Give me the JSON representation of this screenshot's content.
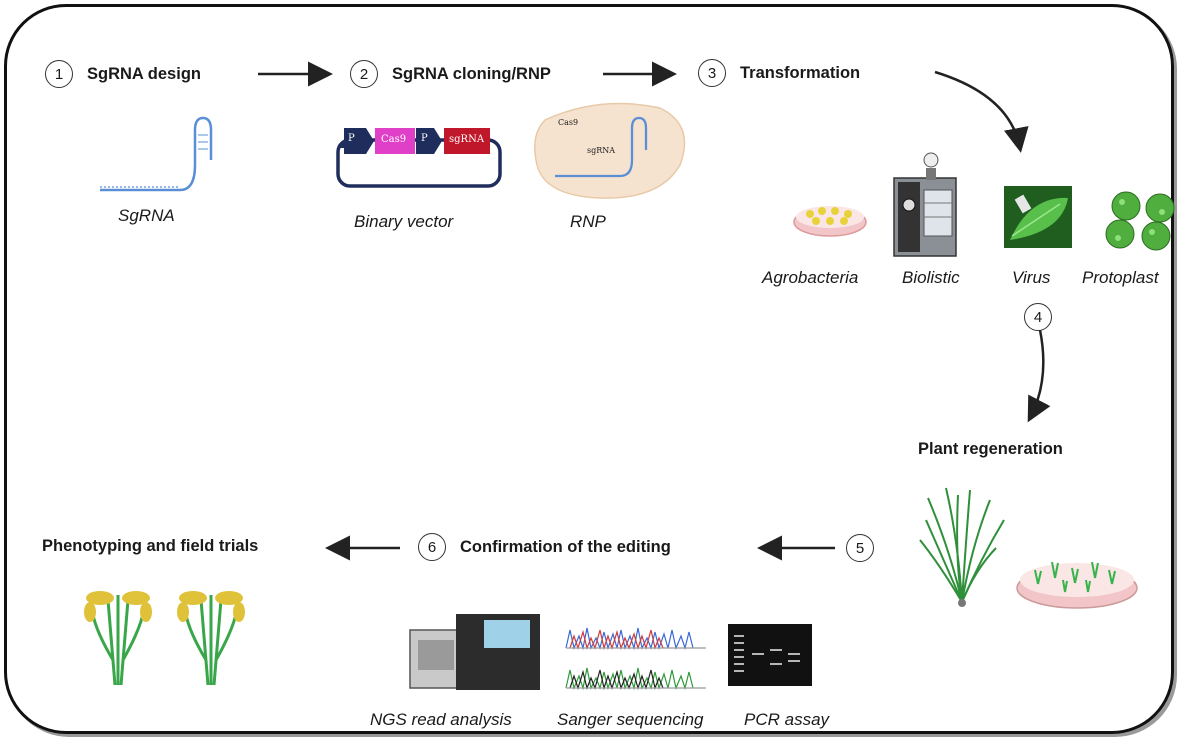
{
  "steps": [
    {
      "num": "1",
      "title": "SgRNA design"
    },
    {
      "num": "2",
      "title": "SgRNA cloning/RNP"
    },
    {
      "num": "3",
      "title": "Transformation"
    },
    {
      "num": "4",
      "title": ""
    },
    {
      "num": "5",
      "title": ""
    },
    {
      "num": "6",
      "title": "Confirmation of the editing"
    }
  ],
  "labels": {
    "plant_regeneration": "Plant regeneration",
    "phenotyping": "Phenotyping and field trials"
  },
  "captions": {
    "sgrna": "SgRNA",
    "binary_vector": "Binary vector",
    "rnp": "RNP",
    "agrobacteria": "Agrobacteria",
    "biolistic": "Biolistic",
    "virus": "Virus",
    "protoplast": "Protoplast",
    "ngs": "NGS  read analysis",
    "sanger": "Sanger  sequencing",
    "pcr": "PCR assay"
  },
  "vector": {
    "p1": "P",
    "cas9": "Cas9",
    "p2": "P",
    "sgrna": "sgRNA"
  },
  "rnp_inner": {
    "cas9": "Cas9",
    "sgrna": "sgRNA"
  },
  "colors": {
    "vector_line": "#1f2d5c",
    "cas9": "#e040c8",
    "sgrna_box": "#c0182a",
    "rna": "#5a8fd6",
    "rnp_blob": "#f6e3cf",
    "plant_green": "#3aa64a",
    "grain": "#e0c23a",
    "dish": "#f2c6c8"
  }
}
